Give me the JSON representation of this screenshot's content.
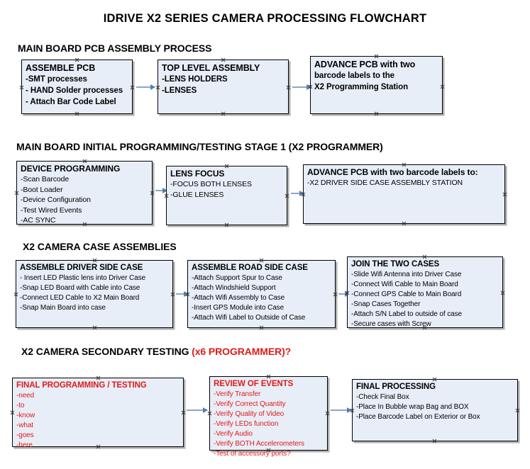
{
  "document": {
    "title": "IDRIVE X2  SERIES CAMERA PROCESSING FLOWCHART"
  },
  "colors": {
    "box_fill": "#e8eef7",
    "box_border": "#000000",
    "box_shadow": "#6e6e6e",
    "text_black": "#000000",
    "text_red": "#e01b1b",
    "arrow_line": "#8ba7c4",
    "arrow_head": "#4f7fb5",
    "background": "#ffffff"
  },
  "sections": [
    {
      "id": "main-board-pcb-assembly-process",
      "header": "MAIN BOARD PCB ASSEMBLY PROCESS",
      "header_accent": "",
      "nodes": [
        {
          "id": "assemble-pcb",
          "title": "ASSEMBLE PCB",
          "lines": [
            "-SMT processes",
            "- HAND Solder processes",
            "- Attach Bar Code Label"
          ]
        },
        {
          "id": "top-level-assembly",
          "title": "TOP LEVEL ASSEMBLY",
          "lines": [
            "-LENS HOLDERS",
            "-LENSES"
          ]
        },
        {
          "id": "advance-pcb-to-x2-programming-station",
          "title": "ADVANCE PCB with two",
          "lines": [
            "barcode labels to the",
            " X2 Programming Station"
          ]
        }
      ]
    },
    {
      "id": "main-board-initial-programming-testing-stage-1",
      "header": "MAIN BOARD INITIAL PROGRAMMING/TESTING STAGE 1 (X2 PROGRAMMER)",
      "header_accent": "",
      "nodes": [
        {
          "id": "device-programming",
          "title": "DEVICE PROGRAMMING",
          "lines": [
            "-Scan Barcode",
            "-Boot Loader",
            "-Device Configuration",
            "-Test Wired Events",
            "-AC SYNC"
          ]
        },
        {
          "id": "lens-focus",
          "title": "LENS FOCUS",
          "lines": [
            "-FOCUS BOTH LENSES",
            "-GLUE LENSES"
          ]
        },
        {
          "id": "advance-pcb-to-driver-side-case-assembly",
          "title": "ADVANCE PCB with two barcode labels to:",
          "lines": [
            "-X2 DRIVER  SIDE  CASE  ASSEMBLY STATION"
          ]
        }
      ]
    },
    {
      "id": "x2-camera-case-assemblies",
      "header": "X2 CAMERA CASE ASSEMBLIES",
      "header_accent": "",
      "nodes": [
        {
          "id": "assemble-driver-side-case",
          "title": "ASSEMBLE DRIVER SIDE CASE",
          "lines": [
            "- Insert LED Plastic lens into Driver Case",
            "-Snap LED Board with Cable into Case",
            "-Connect LED Cable to X2 Main Board",
            "-Snap Main Board into case"
          ]
        },
        {
          "id": "assemble-road-side-case",
          "title": "ASSEMBLE ROAD SIDE CASE",
          "lines": [
            "-Attach Support Spur to Case",
            "-Attach Windshield Support",
            "-Attach Wifi Assembly to Case",
            "-Insert GPS Module into Case",
            "-Attach Wifi Label to Outside of Case"
          ]
        },
        {
          "id": "join-the-two-cases",
          "title": "JOIN THE TWO CASES",
          "lines": [
            "-Slide Wifi Antenna into Driver Case",
            "-Connect Wifi Cable to Main Board",
            "-Connect GPS Cable to Main Board",
            "-Snap Cases Together",
            "-Attach S/N Label to outside of case",
            "-Secure cases with Screw"
          ]
        }
      ]
    },
    {
      "id": "x2-camera-secondary-testing",
      "header": "X2 CAMERA SECONDARY TESTING ",
      "header_accent": "(x6 PROGRAMMER)?",
      "nodes": [
        {
          "id": "final-programming-testing",
          "title": "FINAL PROGRAMMING / TESTING",
          "lines": [
            "-need",
            "-to",
            "-know",
            "-what",
            "-goes",
            "-here"
          ]
        },
        {
          "id": "review-of-events",
          "title": "REVIEW OF EVENTS",
          "lines": [
            "-Verify Transfer",
            "-Verify Correct Quantity",
            "-Verify Quality of Video",
            "-Verify LEDs function",
            "-Verify Audio",
            "-Verify BOTH Accelerometers",
            "-Test of accessory ports?"
          ]
        },
        {
          "id": "final-processing",
          "title": "FINAL PROCESSING",
          "lines": [
            " -Check Final Box",
            "-Place In Bubble wrap Bag and BOX",
            "-Place Barcode Label on Exterior or Box"
          ]
        }
      ]
    }
  ]
}
